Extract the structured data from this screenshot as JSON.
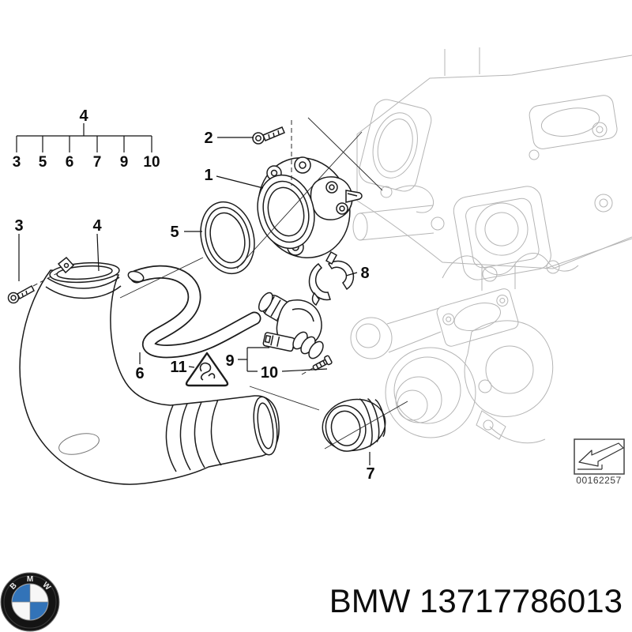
{
  "diagram": {
    "tree": {
      "parent": "4",
      "children": [
        "3",
        "5",
        "6",
        "7",
        "9",
        "10"
      ]
    },
    "callouts": {
      "c1": "1",
      "c2": "2",
      "c3": "3",
      "c4": "4",
      "c5": "5",
      "c6": "6",
      "c7": "7",
      "c8": "8",
      "c9": "9",
      "c10": "10",
      "c11": "11"
    },
    "image_number": "00162257",
    "colors": {
      "part_line": "#1c1c1c",
      "background_part_line": "#b5b5b5"
    }
  },
  "footer": {
    "part_text": "BMW 13717786013"
  },
  "logo": {
    "letters": {
      "b": "B",
      "m": "M",
      "w": "W"
    },
    "colors": {
      "roundel_blue": "#3273b8",
      "roundel_black": "#141414"
    }
  }
}
